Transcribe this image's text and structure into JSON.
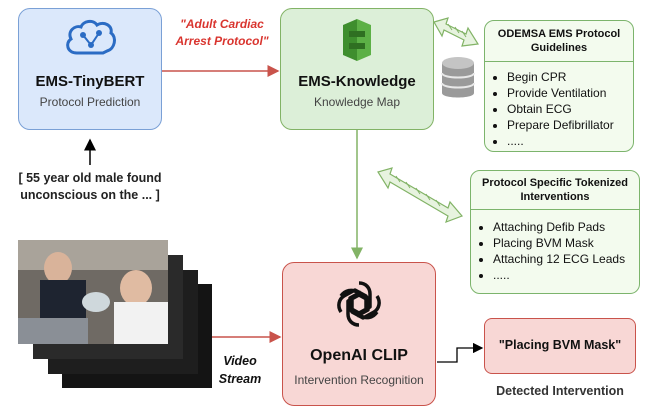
{
  "tinybert": {
    "title": "EMS-TinyBERT",
    "subtitle": "Protocol Prediction",
    "icon": "brain-circuit-icon",
    "fill": "#dbe8fb",
    "stroke": "#7aa0d6"
  },
  "protocol_label": "\"Adult Cardiac Arrest Protocol\"",
  "protocol_label_color": "#d9352f",
  "knowledge": {
    "title": "EMS-Knowledge",
    "subtitle": "Knowledge Map",
    "icon": "knowledge-cube-icon",
    "fill": "#dcefd8",
    "stroke": "#82b366"
  },
  "database_icon": "database-icon",
  "guidelines": {
    "title": "ODEMSA EMS Protocol Guidelines",
    "items": [
      "Begin CPR",
      "Provide Ventilation",
      "Obtain ECG",
      "Prepare Defibrillator",
      "....."
    ]
  },
  "interventions": {
    "title": "Protocol Specific Tokenized Interventions",
    "items": [
      "Attaching Defib Pads",
      "Placing BVM Mask",
      "Attaching 12 ECG Leads",
      "....."
    ]
  },
  "input_text": "[ 55 year old male found unconscious on the ... ]",
  "video_label": "Video Stream",
  "clip": {
    "title": "OpenAI CLIP",
    "subtitle": "Intervention Recognition",
    "icon": "openai-logo-icon",
    "fill": "#f8d7d5",
    "stroke": "#c9534b"
  },
  "output": {
    "text": "\"Placing BVM Mask\"",
    "caption": "Detected Intervention",
    "fill": "#f8d7d5",
    "stroke": "#c9534b"
  },
  "arrow_colors": {
    "green": "#82b366",
    "red": "#c9534b",
    "black": "#000000"
  }
}
